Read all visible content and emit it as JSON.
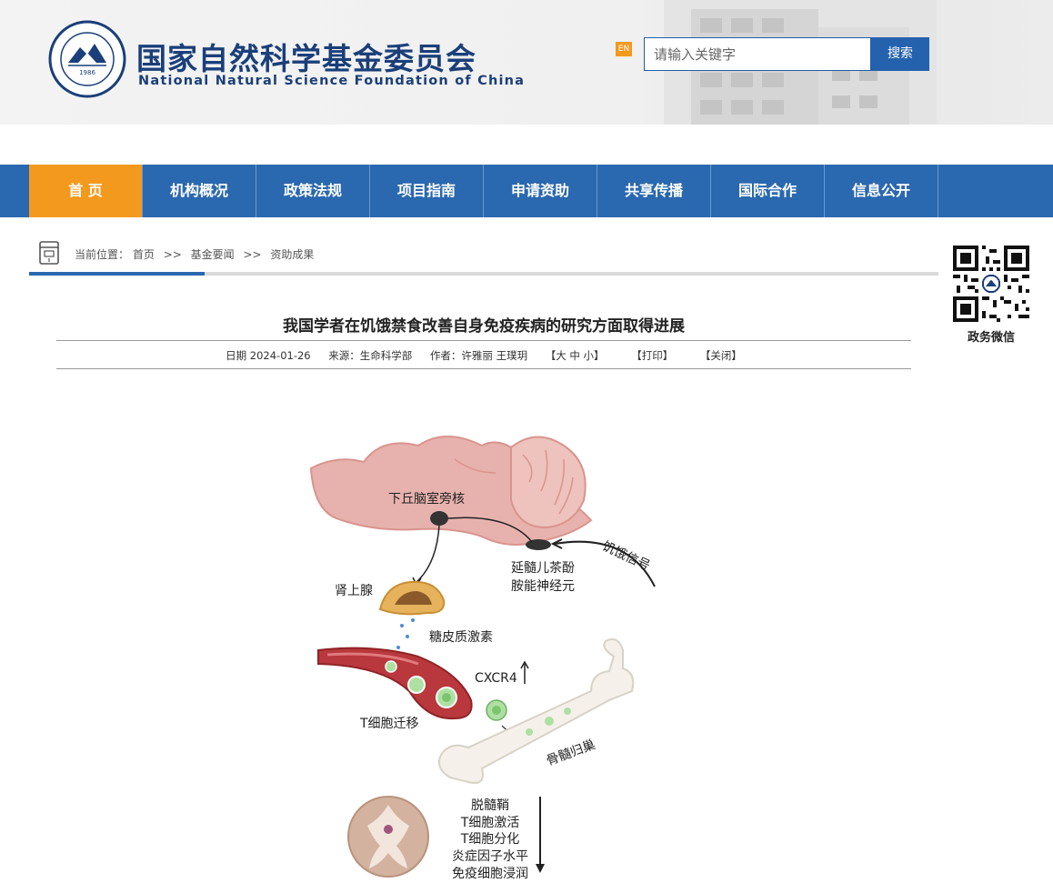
{
  "header": {
    "org_name_cn": "国家自然科学基金委员会",
    "org_name_en": "National Natural Science Foundation of China",
    "logo_year": "1986",
    "lang_badge": "EN",
    "search_placeholder": "请输入关键字",
    "search_button": "搜索"
  },
  "nav": {
    "items": [
      {
        "label": "首  页"
      },
      {
        "label": "机构概况"
      },
      {
        "label": "政策法规"
      },
      {
        "label": "项目指南"
      },
      {
        "label": "申请资助"
      },
      {
        "label": "共享传播"
      },
      {
        "label": "国际合作"
      },
      {
        "label": "信息公开"
      }
    ]
  },
  "breadcrumb": {
    "prefix": "当前位置：",
    "items": [
      "首页",
      "基金要闻",
      "资助成果"
    ],
    "separator": ">>"
  },
  "sidebar": {
    "qr_label": "政务微信"
  },
  "article": {
    "title": "我国学者在饥饿禁食改善自身免疫疾病的研究方面取得进展",
    "date": "日期 2024-01-26",
    "source": "来源：生命科学部",
    "author": "作者：许雅丽 王璞玥",
    "font_size_ctrl": "【大 中 小】",
    "print": "【打印】",
    "close": "【关闭】"
  },
  "figure": {
    "labels": {
      "pvn": "下丘脑室旁核",
      "hunger": "饥饿信号",
      "medulla_1": "延髓儿茶酚",
      "medulla_2": "胺能神经元",
      "adrenal": "肾上腺",
      "gluco": "糖皮质激素",
      "cxcr4": "CXCR4",
      "tcell_migration": "T细胞迁移",
      "bone_homing": "骨髓归巢",
      "effects": [
        "脱髓鞘",
        "T细胞激活",
        "T细胞分化",
        "炎症因子水平",
        "免疫细胞浸润"
      ]
    }
  },
  "colors": {
    "brand_blue": "#1a3f7a",
    "nav_blue": "#2a68b0",
    "nav_active": "#f39a1e"
  }
}
